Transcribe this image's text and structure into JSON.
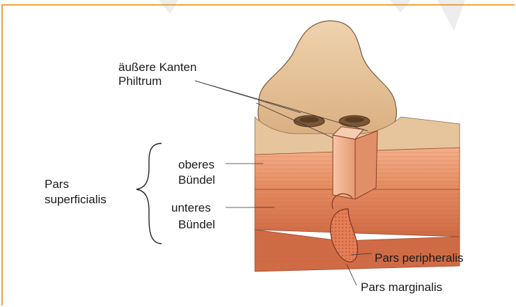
{
  "figure": {
    "labels": {
      "outer_edges_line1": "äußere Kanten",
      "outer_edges_line2": "Philtrum",
      "upper_bundle_line1": "oberes",
      "upper_bundle_line2": "Bündel",
      "pars_superficialis_line1": "Pars",
      "pars_superficialis_line2": "superficialis",
      "lower_bundle_line1": "unteres",
      "lower_bundle_line2": "Bündel",
      "pars_peripheralis": "Pars peripheralis",
      "pars_marginalis": "Pars marginalis"
    },
    "colors": {
      "frame_accent": "#f0a33a",
      "skin": "#e9c9a0",
      "skin_shadow": "#c99b6e",
      "muscle_light": "#f1a57a",
      "muscle_dark": "#d9714c",
      "muscle_deep": "#c55a3a",
      "label_text": "#1a1a1a"
    }
  }
}
